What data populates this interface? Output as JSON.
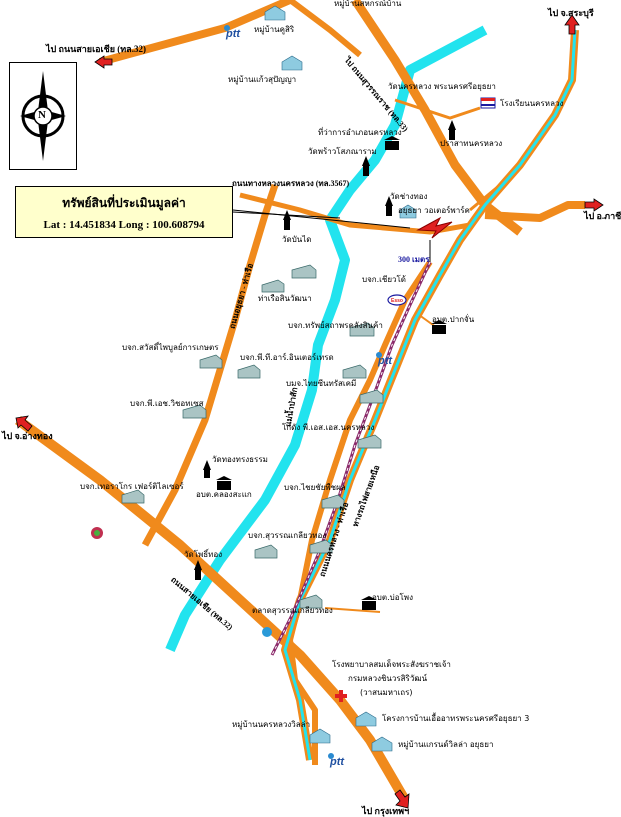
{
  "info_box": {
    "title": "ทรัพย์สินที่ประเมินมูลค่า",
    "coords": "Lat : 14.451834 Long : 100.608794"
  },
  "compass": {
    "north_label": "N"
  },
  "directions": {
    "saraburi": "ไป จ.สระบุรี",
    "sena_road": "ไป ถนนสายเอเชีย (ทล.32)",
    "phachi": "ไป อ.ภาชี",
    "angthong": "ไป จ.อ่างทอง",
    "bangkok": "ไป กรุงเทพฯ"
  },
  "roads": {
    "asia_north": "ไป ถนนสุวรรณราช (ทล.33)",
    "highway_3567": "ถนนทางหลวงนครหลวง (ทล.3567)",
    "asia_32": "ถนนสายเอเชีย (ทล.32)",
    "ayutthaya_ro": "ถนนอยุธยา - ท่าเรือ",
    "river": "แม่น้ำป่าสัก",
    "rail": "ทางรถไฟสายเหนือ",
    "local_road": "ถนนนครหลวง - ท่าเรือ"
  },
  "distance": "300 เมตร",
  "places": {
    "ban_sahakorn": "หมู่บ้านสหกรณ์บ้าน",
    "ban_khu_siri": "หมู่บ้านคูสิริ",
    "ban_kaew_saphaya": "หมู่บ้านแก้วสุปัญญา",
    "wat_nakhon_luang": "วัดนครหลวง พระนครศรีอยุธยา",
    "school": "โรงเรียนนครหลวง",
    "district_office": "ที่ว่าการอำเภอนครหลวง",
    "prasat": "ปราสาทนครหลวง",
    "wat_phrao": "วัดพร้าวโสภณาราม",
    "wat_chang_thong": "วัดช่างทอง",
    "ayutthaya_water": "อยุธยา วอเตอร์พาร์ค",
    "wat_ban_dai": "วัดบันได",
    "chiao": "บจก.เชียวโด้",
    "tha_rua": "ท่าเรือสินวัฒนา",
    "obt_pak_chan": "อบต.ปากจั่น",
    "sap_sathon": "บจก.ทรัพย์สถาพรคลังสินค้า",
    "sawat_phaibun": "บจก.สวัสดิ์ไพบูลย์การเกษตร",
    "pt_inter": "บจก.พี.ที.อาร์.อินเตอร์เทรด",
    "thai_chemical": "บมจ.ไทยซีนทรัสเคมี",
    "ph_wichot": "บจก.พี.เอช.วิชอทเซส",
    "nakhon_luang_factory": "โกดัง พี.เอส.เอส.นครหลวง",
    "wat_thong_song": "วัดทองทรงธรรม",
    "thekrakorn": "บจก.เทอราโกร เฟอร์ติไลเซอร์",
    "obt_khlong": "อบต.คลองสะแก",
    "chai_phol": "บจก.ไชยชัยพืชผล",
    "suwan_kiao": "บจก.สุวรรณเกลียวทอง",
    "wat_pho_thong": "วัดโพธิ์ทอง",
    "talat": "ตลาดสุวรรณเกลียวทอง",
    "obt_bo_pong": "อบต.บ่อโพง",
    "hospital_1": "โรงพยาบาลสมเด็จพระสังฆราชเจ้า",
    "hospital_2": "กรมหลวงชินวรสิริวัฒน์",
    "hospital_3": "(วาสนมหาเถร)",
    "project_3": "โครงการบ้านเอื้ออาทรพระนครศรีอยุธยา 3",
    "ban_nakhon_luang_villa": "หมู่บ้านนครหลวงวิลล่า",
    "ban_grand_villa": "หมู่บ้านแกรนด์วิลล่า อยุธยา"
  },
  "brands": {
    "ptt": "ptt"
  },
  "colors": {
    "road": "#f08a1c",
    "river": "#22e3ee",
    "rail": "#8b2a6a",
    "direction_arrow": "#e02020",
    "info_fill": "#ffffcc",
    "hospital": "#e02020"
  }
}
